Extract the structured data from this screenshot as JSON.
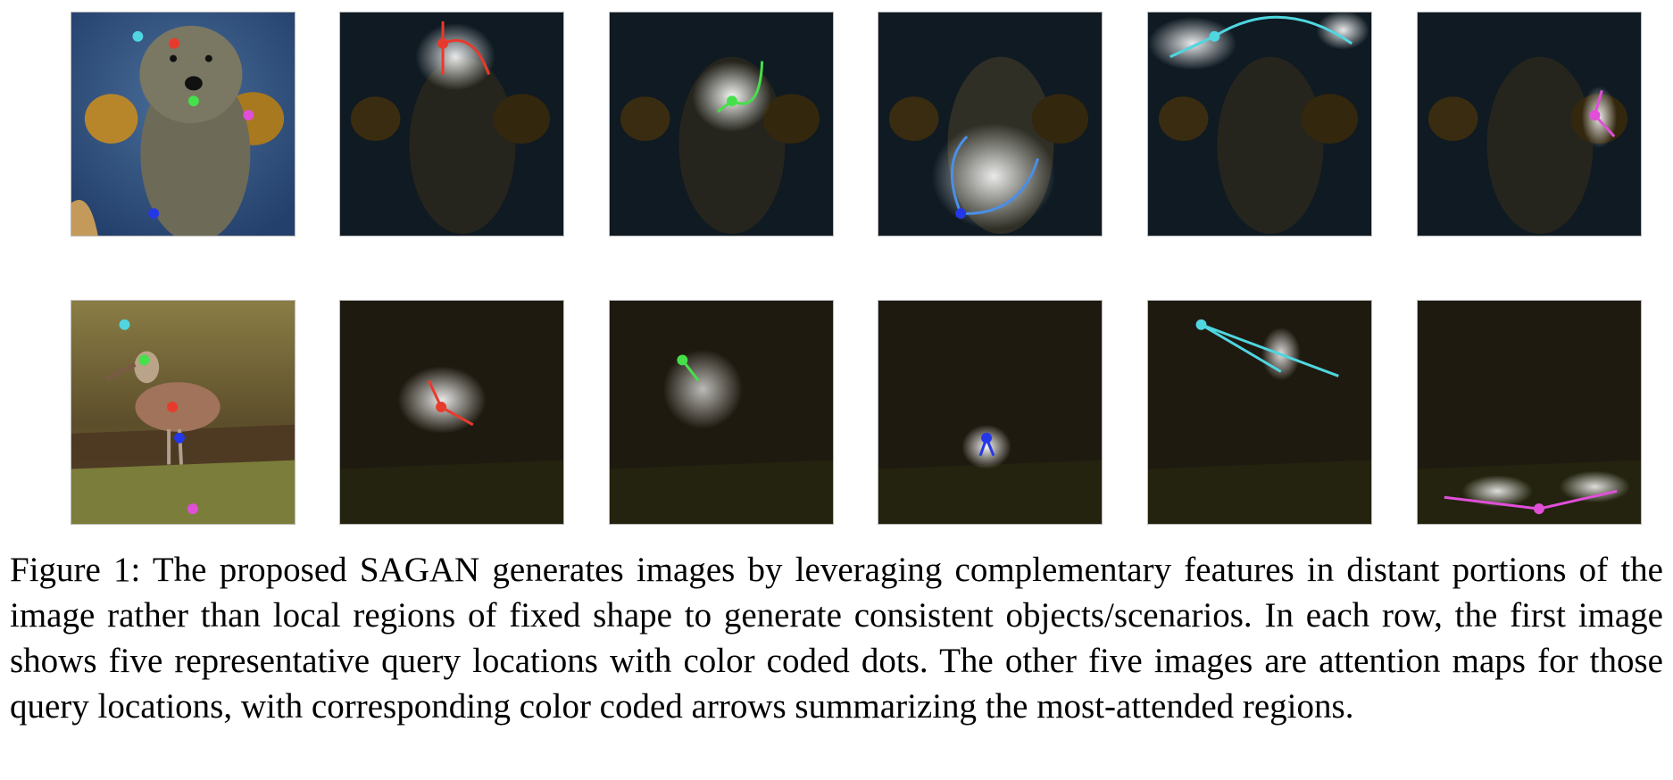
{
  "figure": {
    "caption_label": "Figure 1:",
    "caption_text": "The proposed SAGAN generates images by leveraging complementary features in distant portions of the image rather than local regions of fixed shape to generate consistent objects/scenarios. In each row, the first image shows five representative query locations with color coded dots. The other five images are attention maps for those query locations, with corresponding color coded arrows summarizing the most-attended regions."
  },
  "colors": {
    "cyan": "#4fd6e0",
    "red": "#e83a2c",
    "green": "#45e04a",
    "magenta": "#e04fd8",
    "blue": "#2438e8"
  },
  "rows": [
    {
      "subject": "dog"
    },
    {
      "subject": "bird"
    }
  ]
}
